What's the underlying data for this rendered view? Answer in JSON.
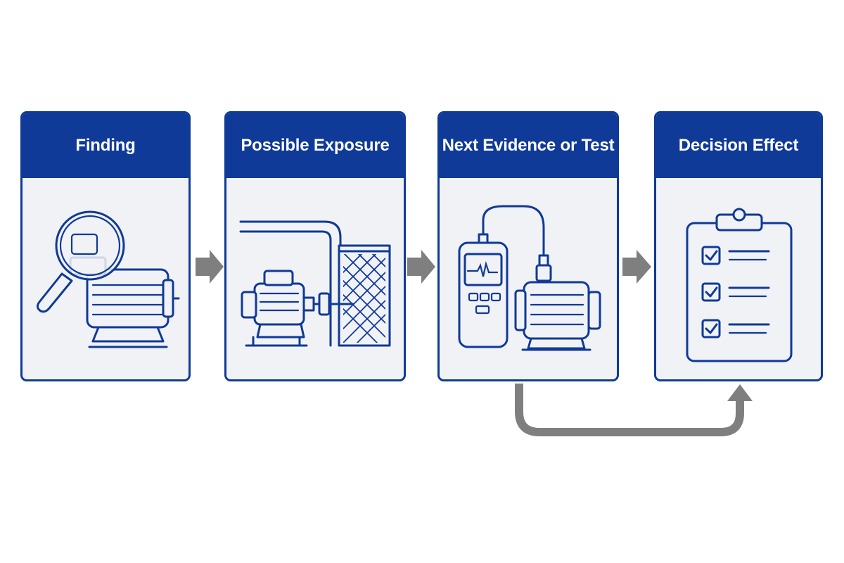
{
  "diagram": {
    "steps": [
      {
        "title": "Finding",
        "icon": "magnifier-motor-icon"
      },
      {
        "title": "Possible Exposure",
        "icon": "pipe-motor-guard-icon"
      },
      {
        "title": "Next Evidence or Test",
        "icon": "tester-motor-icon"
      },
      {
        "title": "Decision Effect",
        "icon": "clipboard-checklist-icon"
      }
    ],
    "colors": {
      "primary": "#0f3a97",
      "panel_background": "#f1f2f5",
      "arrow": "#7f7f7f"
    }
  }
}
